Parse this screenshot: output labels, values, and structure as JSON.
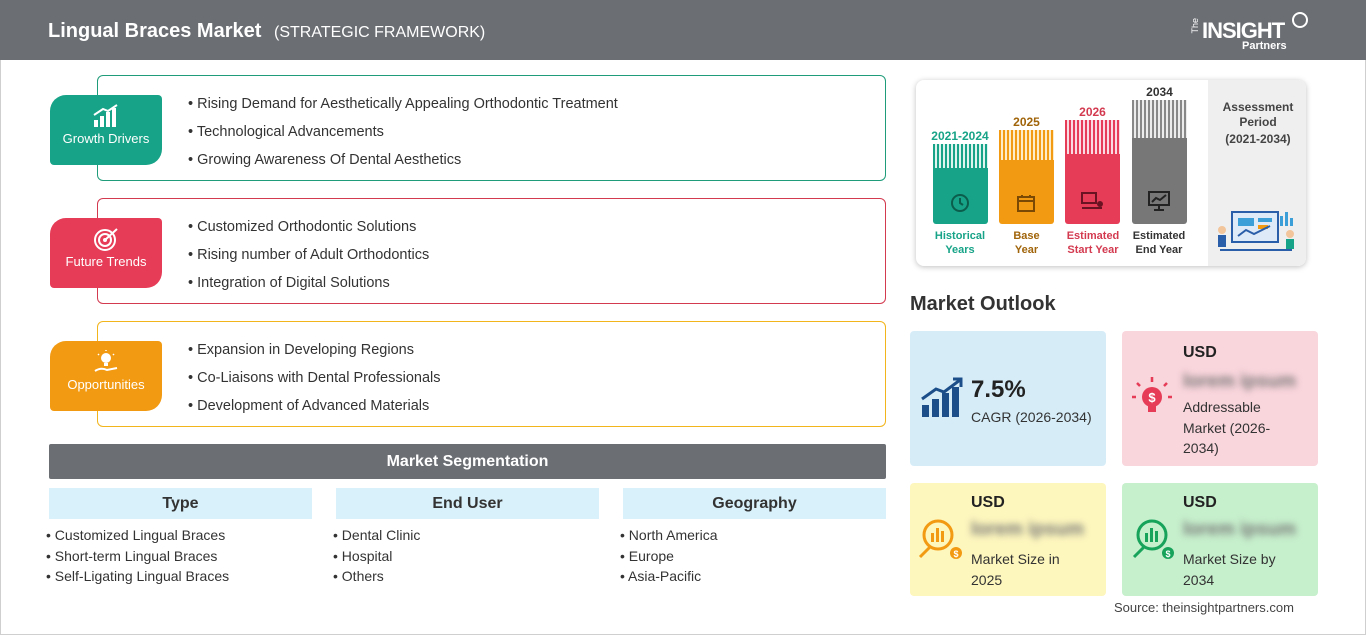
{
  "header": {
    "title": "Lingual Braces Market",
    "subtitle": "(STRATEGIC FRAMEWORK)",
    "logo": {
      "the": "The",
      "insight": "INSIGHT",
      "partners": "Partners"
    }
  },
  "framework": [
    {
      "label": "Growth Drivers",
      "color": "#17a387",
      "border": "#1f9c7a",
      "icon": "growth-chart-icon",
      "items": [
        "Rising Demand for Aesthetically Appealing Orthodontic Treatment",
        "Technological Advancements",
        "Growing Awareness Of Dental Aesthetics"
      ]
    },
    {
      "label": "Future Trends",
      "color": "#e63c57",
      "border": "#d33a50",
      "icon": "target-icon",
      "items": [
        "Customized Orthodontic Solutions",
        "Rising number of Adult Orthodontics",
        "Integration of Digital Solutions"
      ]
    },
    {
      "label": "Opportunities",
      "color": "#f29a12",
      "border": "#f2b51c",
      "icon": "lightbulb-hand-icon",
      "items": [
        "Expansion in Developing Regions",
        "Co-Liaisons with Dental Professionals",
        "Development of Advanced Materials"
      ]
    }
  ],
  "segmentation": {
    "title": "Market Segmentation",
    "columns": [
      {
        "head": "Type",
        "items": [
          "Customized Lingual Braces",
          "Short-term Lingual Braces",
          "Self-Ligating Lingual Braces"
        ]
      },
      {
        "head": "End User",
        "items": [
          "Dental Clinic",
          "Hospital",
          "Others"
        ]
      },
      {
        "head": "Geography",
        "items": [
          "North America",
          "Europe",
          "Asia-Pacific"
        ]
      }
    ]
  },
  "assessment": {
    "years": [
      {
        "year": "2021-2024",
        "caption1": "Historical",
        "caption2": "Years",
        "color": "#17a387",
        "icon": "history-icon"
      },
      {
        "year": "2025",
        "caption1": "Base",
        "caption2": "Year",
        "color": "#f29a12",
        "icon": "calendar-icon"
      },
      {
        "year": "2026",
        "caption1": "Estimated",
        "caption2": "Start Year",
        "color": "#e63c57",
        "icon": "presentation-icon"
      },
      {
        "year": "2034",
        "caption1": "Estimated",
        "caption2": "End Year",
        "color": "#777777",
        "icon": "monitor-chart-icon"
      }
    ],
    "title": "Assessment Period",
    "period": "(2021-2034)"
  },
  "outlook": {
    "title": "Market Outlook",
    "cagr": {
      "value": "7.5%",
      "label": "CAGR (2026-2034)",
      "bg": "#d6edf8"
    },
    "addressable": {
      "usd": "USD",
      "value": "lorem ipsum",
      "label": "Addressable Market (2026-2034)",
      "bg": "#f9d5dc"
    },
    "size2025": {
      "usd": "USD",
      "value": "lorem ipsum",
      "label": "Market Size in 2025",
      "bg": "#fdf6bd"
    },
    "size2034": {
      "usd": "USD",
      "value": "lorem ipsum",
      "label": "Market Size by 2034",
      "bg": "#c6efcc"
    }
  },
  "source": "Source: theinsightpartners.com"
}
